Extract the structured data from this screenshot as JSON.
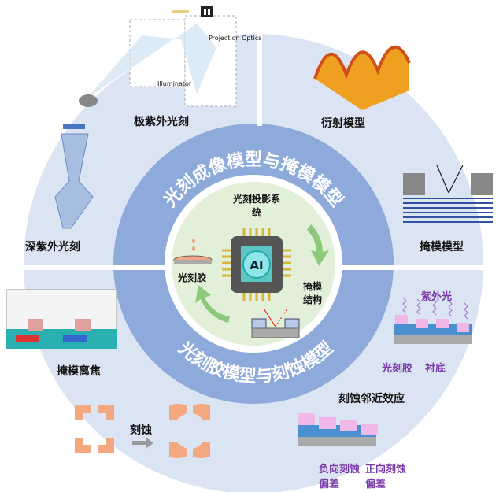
{
  "ring_titles": {
    "top": "光刻成像模型与掩模模型",
    "bottom": "光刻胶模型与刻蚀模型"
  },
  "center": {
    "projection": "光刻投影系统",
    "resist": "光刻胶",
    "mask": "掩模结构",
    "chip": "AI"
  },
  "outer": {
    "euv": "极紫外光刻",
    "diffraction": "衍射模型",
    "duv": "深紫外光刻",
    "mask_model": "掩模模型",
    "defocus": "掩模离焦",
    "etch_proximity": "刻蚀邻近效应",
    "etch": "刻蚀",
    "uv": "紫外光",
    "photoresist": "光刻胶",
    "substrate": "衬底",
    "neg_bias": "负向刻蚀偏差",
    "pos_bias": "正向刻蚀偏差"
  },
  "euv_optics": {
    "projection": "Projection Optics",
    "illuminator": "Illuminator",
    "icon": "II"
  },
  "colors": {
    "outer": "#dbe4f3",
    "ring": "#8eaadb",
    "center": "#e2efd9",
    "arrow": "#8dc97a"
  }
}
